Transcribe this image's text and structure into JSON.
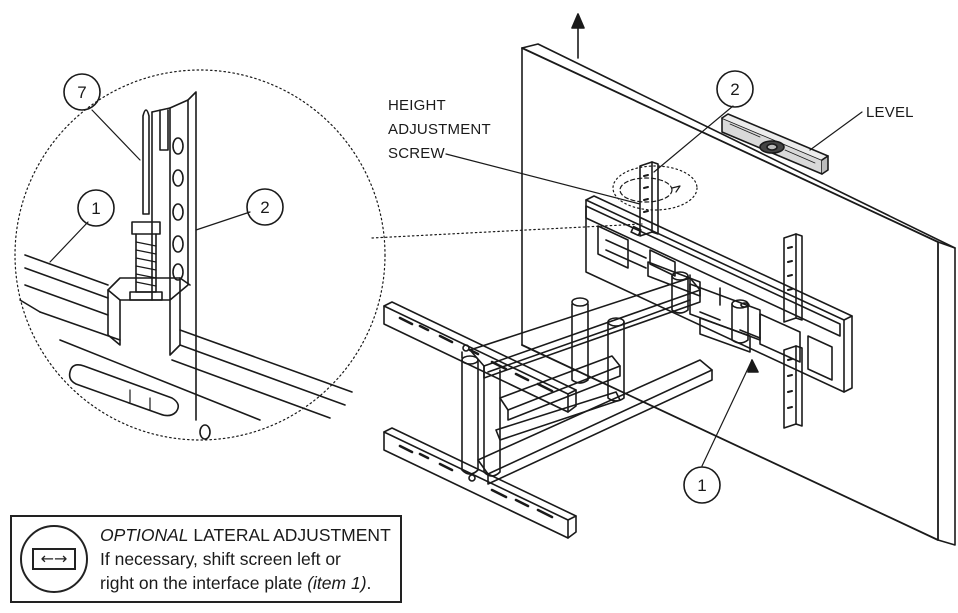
{
  "callouts": {
    "detail_7": "7",
    "detail_1": "1",
    "detail_2": "2",
    "main_2": "2",
    "main_1": "1"
  },
  "labels": {
    "height_adjustment_line1": "HEIGHT",
    "height_adjustment_line2": "ADJUSTMENT",
    "height_adjustment_line3": "SCREW",
    "level": "LEVEL"
  },
  "note": {
    "icon": "left-right-arrow-icon",
    "icon_glyph": "←→",
    "title_italic": "OPTIONAL",
    "title_rest": " LATERAL ADJUSTMENT",
    "line2": "If necessary, shift screen left or",
    "line3_main": "right on the interface plate ",
    "line3_italic": "(item 1)",
    "line3_end": "."
  }
}
